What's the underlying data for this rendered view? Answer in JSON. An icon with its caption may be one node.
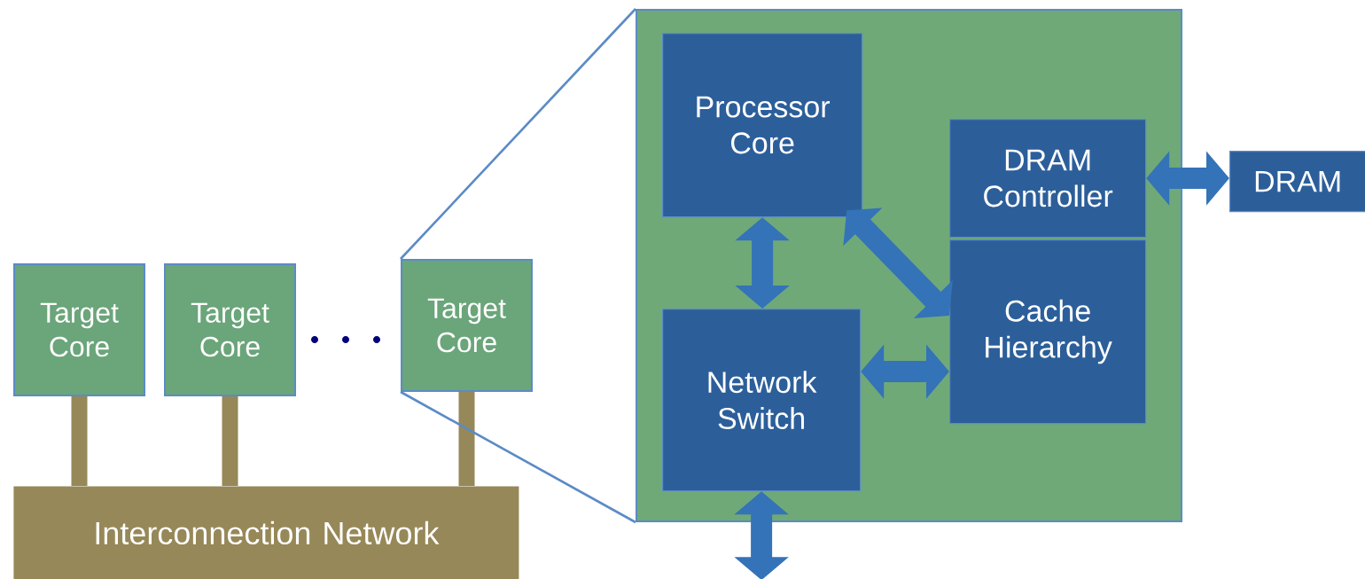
{
  "diagram": {
    "nodes": [
      {
        "text": [
          "Target Core"
        ]
      },
      {
        "text": [
          "Target Core"
        ]
      },
      {
        "text": [
          "Target Core"
        ]
      },
      {
        "text": [
          "Interconnection Network"
        ]
      },
      {
        "text": [],
        "shape": "box"
      },
      {
        "text": [
          "Processor Core"
        ],
        "in": 4
      },
      {
        "text": [
          "DRAM Controller"
        ],
        "in": 4
      },
      {
        "text": [
          "Cache Hierarchy"
        ],
        "in": 4
      },
      {
        "text": [
          "Network Switch"
        ],
        "in": 4
      },
      {
        "text": [
          "DRAM"
        ]
      }
    ],
    "edges": [
      {
        "from": 0,
        "to": 3,
        "arrow": "none",
        "color": "#968858"
      },
      {
        "from": 1,
        "to": 3,
        "arrow": "none",
        "color": "#968858"
      },
      {
        "from": 2,
        "to": 3,
        "arrow": "none",
        "color": "#968858"
      },
      {
        "from": 5,
        "to": 8,
        "arrow": "both"
      },
      {
        "from": 5,
        "to": 7,
        "arrow": "both"
      },
      {
        "from": 8,
        "to": 7,
        "arrow": "both"
      },
      {
        "from": 6,
        "to": 9,
        "arrow": "both"
      },
      {
        "from": 8,
        "to": null,
        "arrow": "both"
      },
      {
        "from": 2,
        "to": 4,
        "arrow": "none",
        "color": "#5b8bc6"
      },
      {
        "from": 2,
        "to": 4,
        "arrow": "none",
        "color": "#5b8bc6"
      }
    ]
  }
}
